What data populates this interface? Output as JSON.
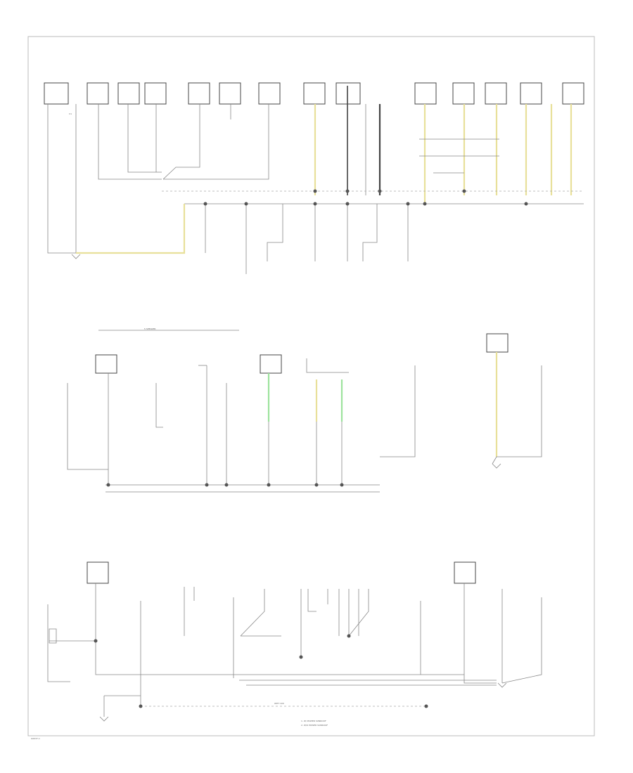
{
  "page_code": "G0037-1",
  "legend": {
    "line1": "1. W/ POWER SUNROOF",
    "line2": "2. W/O POWER SUNROOF"
  },
  "top_connector_code": "C1",
  "mid_section_label": "5 SPEAKER",
  "bottom_wire_label": "WHT 100"
}
